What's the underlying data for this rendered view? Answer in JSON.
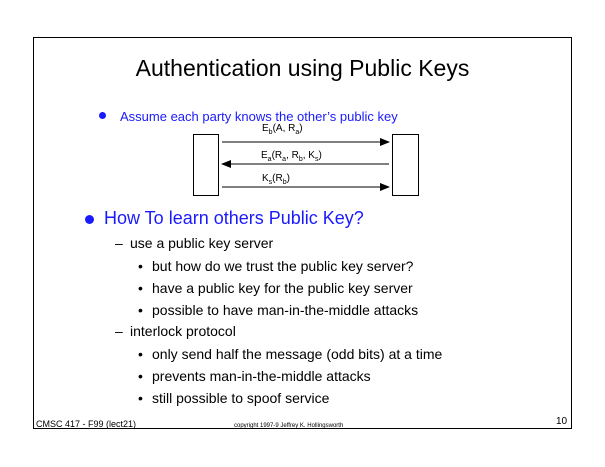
{
  "slide": {
    "title": "Authentication using Public Keys",
    "bullet1": "Assume each party knows the other’s public key",
    "diagram": {
      "msg1_main": "E",
      "msg1_sub": "b",
      "msg1_rest_a": "(A, R",
      "msg1_rest_sub": "a",
      "msg1_rest_b": ")",
      "msg2_main": "E",
      "msg2_sub": "a",
      "msg2_a": "(R",
      "msg2_a_sub": "a",
      "msg2_b": ", R",
      "msg2_b_sub": "b",
      "msg2_c": ", K",
      "msg2_c_sub": "s",
      "msg2_d": ")",
      "msg3_main": "K",
      "msg3_sub": "s",
      "msg3_a": "(R",
      "msg3_a_sub": "b",
      "msg3_b": ")"
    },
    "bullet2": "How To learn others Public Key?",
    "dash1": "use a public key server",
    "sub1": [
      "but how do we trust the public key server?",
      "have a public key for the public key server",
      "possible to have man-in-the-middle attacks"
    ],
    "dash2": "interlock protocol",
    "sub2": [
      "only send half the message (odd bits) at a time",
      "prevents man-in-the-middle attacks",
      "still possible to spoof service"
    ]
  },
  "footer": {
    "left": "CMSC 417 - F99  (lect21)",
    "center": "copyright 1997-9  Jeffrey K. Hollingsworth",
    "page": "10"
  },
  "colors": {
    "accent": "#1a1aff",
    "text": "#000000"
  }
}
